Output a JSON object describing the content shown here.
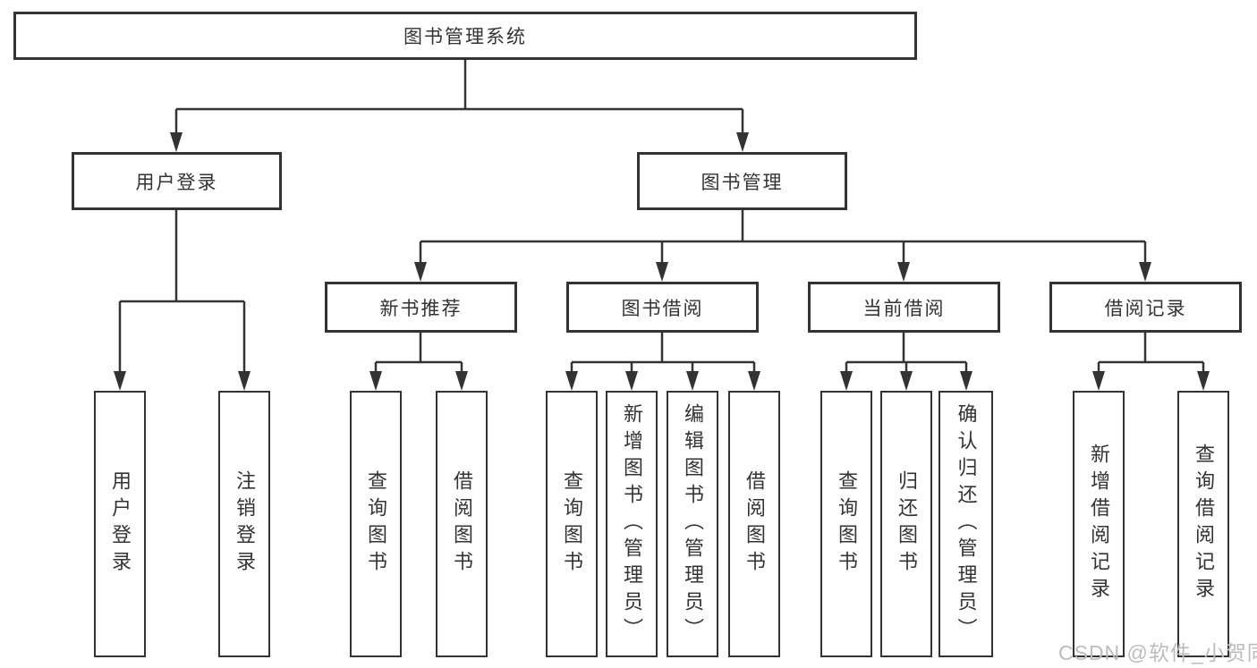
{
  "diagram": {
    "root": {
      "label": "图书管理系统"
    },
    "level2": [
      {
        "label": "用户登录"
      },
      {
        "label": "图书管理"
      }
    ],
    "level3": [
      {
        "label": "新书推荐"
      },
      {
        "label": "图书借阅"
      },
      {
        "label": "当前借阅"
      },
      {
        "label": "借阅记录"
      }
    ],
    "leaves": {
      "login": [
        "用户登录",
        "注销登录"
      ],
      "newbook": [
        "查询图书",
        "借阅图书"
      ],
      "bookborrow": [
        "查询图书",
        "新增图书（管理员）",
        "编辑图书（管理员）",
        "借阅图书"
      ],
      "current": [
        "查询图书",
        "归还图书",
        "确认归还（管理员）"
      ],
      "records": [
        "新增借阅记录",
        "查询借阅记录"
      ]
    }
  },
  "watermark": "CSDN @软件_小贺同学",
  "colors": {
    "line": "#333333",
    "box_background": "#ffffff",
    "text": "#333333",
    "watermark": "#bcbcbc"
  }
}
